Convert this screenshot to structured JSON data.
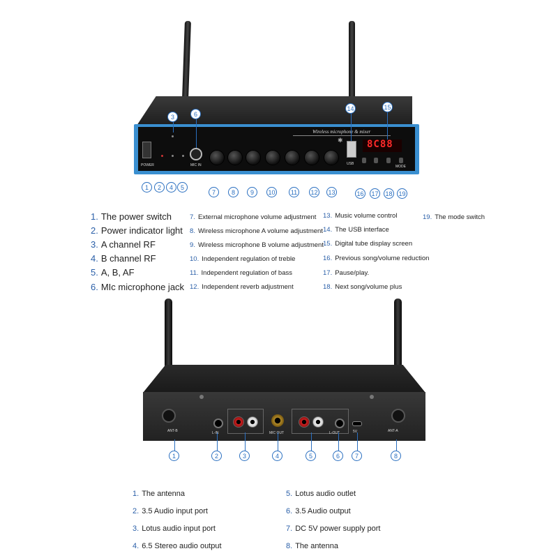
{
  "front_panel": {
    "brand_text": "Wireless microphone & mixer",
    "labels": {
      "power": "POWER",
      "mic_in": "MIC IN",
      "usb": "USB",
      "mode": "MODE",
      "display": "8C88"
    },
    "callouts": [
      "1",
      "2",
      "3",
      "4",
      "5",
      "6",
      "7",
      "8",
      "9",
      "10",
      "11",
      "12",
      "13",
      "14",
      "15",
      "16",
      "17",
      "18",
      "19"
    ]
  },
  "front_legend": [
    {
      "n": "1.",
      "text": "The power switch"
    },
    {
      "n": "2.",
      "text": "Power indicator light"
    },
    {
      "n": "3.",
      "text": "A channel RF"
    },
    {
      "n": "4.",
      "text": "B channel RF"
    },
    {
      "n": "5.",
      "text": "A, B, AF"
    },
    {
      "n": "6.",
      "text": "MIc microphone jack"
    },
    {
      "n": "7.",
      "text": "External microphone volume adjustment"
    },
    {
      "n": "8.",
      "text": "Wireless microphone A volume adjustment"
    },
    {
      "n": "9.",
      "text": "Wireless microphone B volume adjustment"
    },
    {
      "n": "10.",
      "text": "Independent regulation of treble"
    },
    {
      "n": "11.",
      "text": "Independent regulation of bass"
    },
    {
      "n": "12.",
      "text": "Independent reverb adjustment"
    },
    {
      "n": "13.",
      "text": "Music volume control"
    },
    {
      "n": "14.",
      "text": "The USB interface"
    },
    {
      "n": "15.",
      "text": "Digital tube display screen"
    },
    {
      "n": "16.",
      "text": "Previous song/volume reduction"
    },
    {
      "n": "17.",
      "text": "Pause/play."
    },
    {
      "n": "18.",
      "text": "Next song/volume plus"
    },
    {
      "n": "19.",
      "text": "The mode switch"
    }
  ],
  "back_panel": {
    "labels": {
      "ant_b": "ANT-B",
      "ant_a": "ANT-A",
      "mic_out": "MIC OUT",
      "line_in": "L-IN",
      "line_out": "L-OUT",
      "dc": "5V"
    },
    "callouts": [
      "1",
      "2",
      "3",
      "4",
      "5",
      "6",
      "7",
      "8"
    ]
  },
  "back_legend": [
    {
      "n": "1.",
      "text": "The antenna"
    },
    {
      "n": "2.",
      "text": "3.5 Audio input port"
    },
    {
      "n": "3.",
      "text": "Lotus audio input port"
    },
    {
      "n": "4.",
      "text": "6.5 Stereo audio output"
    },
    {
      "n": "5.",
      "text": "Lotus audio outlet"
    },
    {
      "n": "6.",
      "text": "3.5 Audio output"
    },
    {
      "n": "7.",
      "text": "DC 5V power supply port"
    },
    {
      "n": "8.",
      "text": "The antenna"
    }
  ],
  "colors": {
    "accent": "#2a6fc0",
    "panel_blue": "#3a8fd0",
    "device_black": "#1a1a1a"
  }
}
